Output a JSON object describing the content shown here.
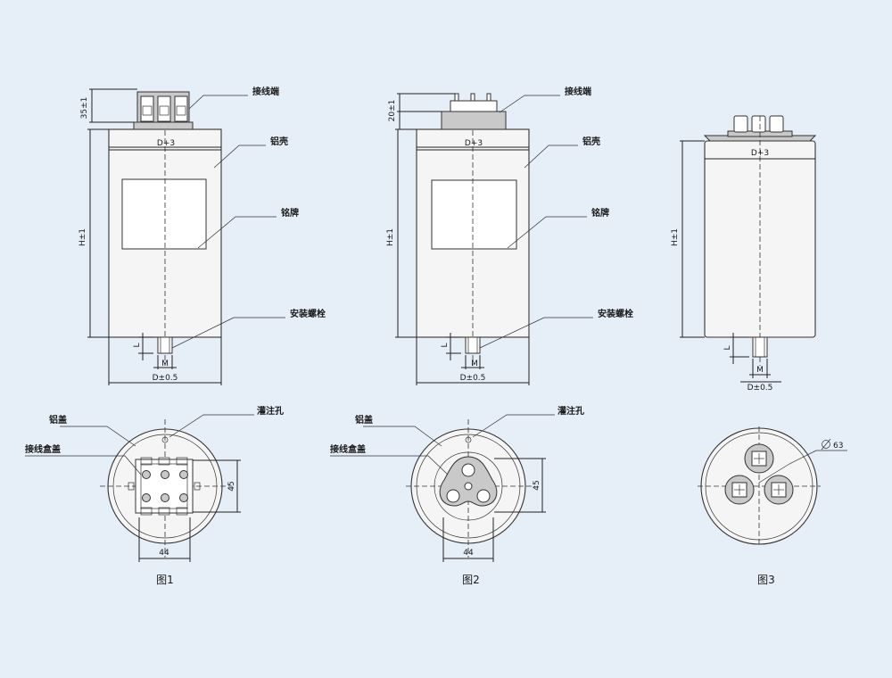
{
  "labels": {
    "terminal": "接线端",
    "al_shell": "铝壳",
    "nameplate": "铭牌",
    "mount_bolt": "安装螺栓",
    "al_cover": "铝盖",
    "fill_hole": "灌注孔",
    "box_cover": "接线盒盖"
  },
  "dimensions": {
    "terminal_h_1": "35±1",
    "terminal_h_2": "20±1",
    "width_top": "D+3",
    "height": "H±1",
    "bolt_len": "L",
    "bolt_dia": "M",
    "width_bottom": "D±0.5",
    "spacing_44": "44",
    "spacing_45": "45",
    "dia_63": "63"
  },
  "figures": [
    "图1",
    "图2",
    "图3"
  ],
  "colors": {
    "background": "#e6eef7",
    "line": "#222222",
    "shell_fill": "#f5f5f5",
    "terminal_fill": "#c9c9c9"
  }
}
